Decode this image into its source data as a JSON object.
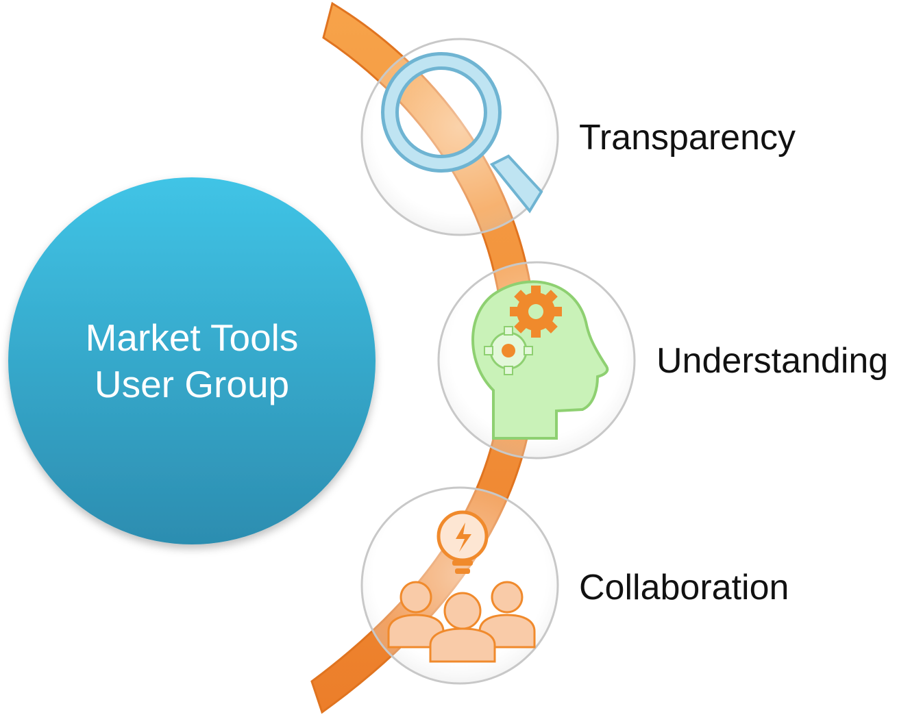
{
  "center": {
    "line1": "Market Tools",
    "line2": "User Group"
  },
  "pillars": [
    {
      "label": "Transparency",
      "icon": "magnifying-glass-icon"
    },
    {
      "label": "Understanding",
      "icon": "head-gears-icon"
    },
    {
      "label": "Collaboration",
      "icon": "team-idea-icon"
    }
  ],
  "colors": {
    "center_circle": "#2E9CC2",
    "arc": "#F08A2C",
    "magnifier": "#8FCCE4",
    "head": "#C9F2B8",
    "people": "#F9CBA8"
  }
}
